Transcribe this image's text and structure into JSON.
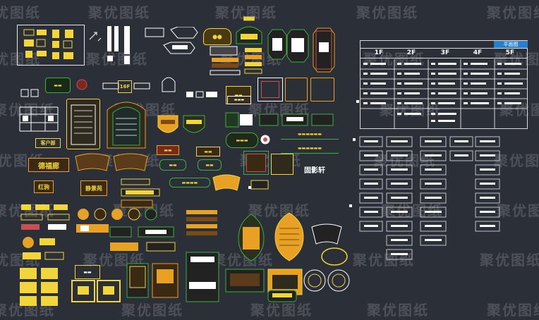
{
  "watermark": {
    "text": "聚优图纸",
    "color": "#ffffff"
  },
  "colors": {
    "background": "#2b2f38",
    "yellow": "#f2d43b",
    "green": "#3fae3f",
    "orange": "#e8a122",
    "brown": "#5a3b1a",
    "white": "#ffffff"
  },
  "signs": {
    "big_plaque": "德福廊",
    "hong_ju": "红驹",
    "jin_sheng_yuan": "静景苑",
    "gu_ying_xuan": "固影轩",
    "door_sign": "16F",
    "small_plaque": "客户部"
  },
  "directory": {
    "title_badge": "平面图",
    "floors": [
      "1F",
      "2F",
      "3F",
      "4F",
      "5F"
    ],
    "row_count": 6
  }
}
